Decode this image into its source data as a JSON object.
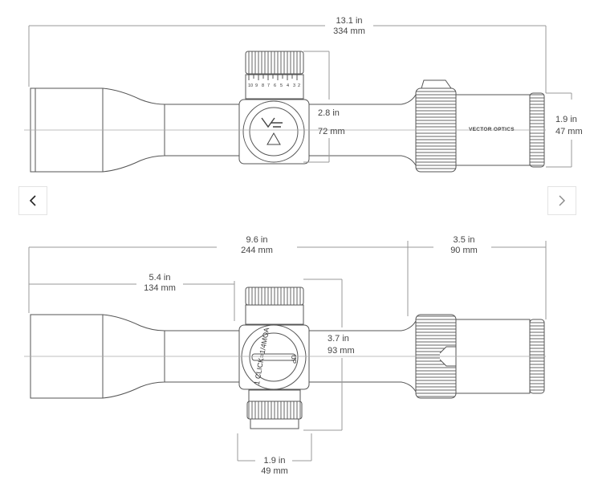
{
  "carousel": {
    "prev_icon": "chevron-left-icon",
    "next_icon": "chevron-right-icon"
  },
  "side_view": {
    "overall_length": {
      "in": "13.1 in",
      "mm": "334 mm"
    },
    "turret_height": {
      "in": "2.8 in",
      "mm": "72 mm"
    },
    "eyepiece_diameter": {
      "in": "1.9 in",
      "mm": "47 mm"
    },
    "brand_text": "VECTOR OPTICS",
    "turret_scale": [
      "10",
      "9",
      "8",
      "7",
      "6",
      "5",
      "4",
      "3",
      "2"
    ]
  },
  "top_view": {
    "length_to_eyepiece": {
      "in": "9.6 in",
      "mm": "244 mm"
    },
    "eyepiece_length": {
      "in": "3.5 in",
      "mm": "90 mm"
    },
    "objective_to_turret": {
      "in": "5.4 in",
      "mm": "134 mm"
    },
    "turret_width": {
      "in": "3.7 in",
      "mm": "93 mm"
    },
    "turret_depth": {
      "in": "1.9 in",
      "mm": "49 mm"
    },
    "dial_text": "1 CLICK=1/4MOA",
    "dial_up": "UP"
  },
  "colors": {
    "line": "#555555",
    "dim": "#999999",
    "text": "#444444"
  }
}
